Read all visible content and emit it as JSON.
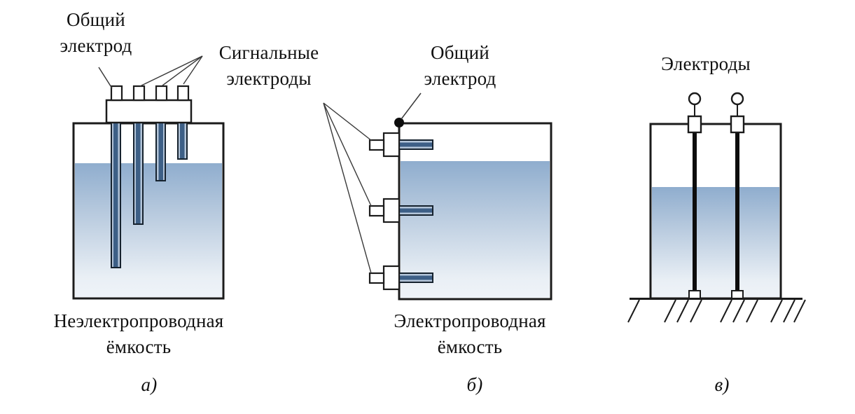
{
  "figure": {
    "shared_labels": {
      "signal_electrodes": "Сигнальные\nэлектроды"
    },
    "panels": [
      {
        "id": "a",
        "marker": "а)",
        "caption": "Неэлектропроводная\nёмкость",
        "label_common_electrode": "Общий\nэлектрод",
        "electrode_count": 4,
        "electrode_mount": "top-header"
      },
      {
        "id": "b",
        "marker": "б)",
        "caption": "Электропроводная\nёмкость",
        "label_common_electrode": "Общий\nэлектрод",
        "electrode_count": 3,
        "electrode_mount": "side-wall"
      },
      {
        "id": "v",
        "marker": "в)",
        "label_electrodes": "Электроды",
        "electrode_count": 2,
        "electrode_mount": "vertical-grounded"
      }
    ],
    "colors": {
      "outline": "#1B1B1B",
      "leader_line": "#3A3A3A",
      "liquid_top": "#8FADCE",
      "liquid_bottom": "#EFF3F8",
      "electrode_core": "#3D5F86",
      "electrode_highlight": "#B3C4D8",
      "electrode_border": "#16222E",
      "solid_black": "#0D0D0D"
    }
  }
}
